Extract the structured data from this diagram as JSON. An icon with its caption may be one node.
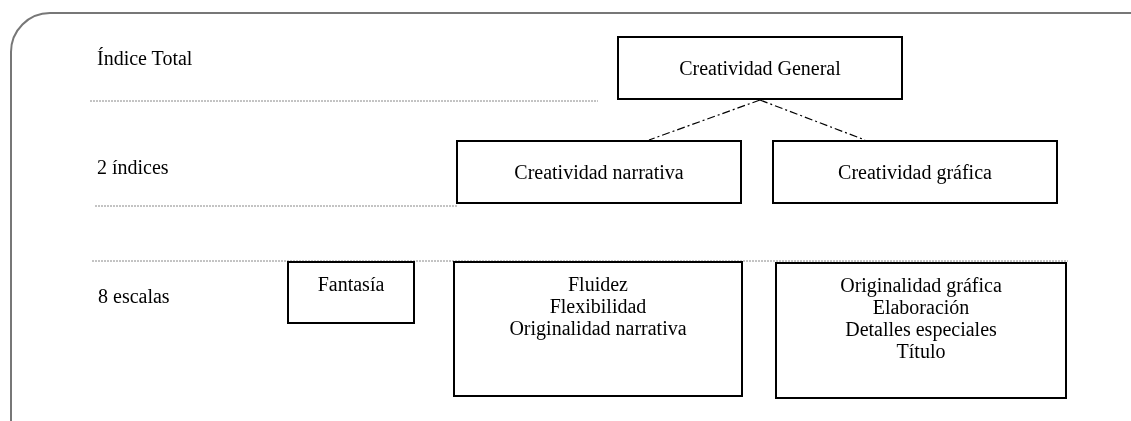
{
  "diagram": {
    "nodes": [
      {
        "text": [
          "Creatividad General"
        ]
      },
      {
        "text": [
          "Creatividad narrativa"
        ]
      },
      {
        "text": [
          "Creatividad gráfica"
        ]
      },
      {
        "text": [
          "Fantasía"
        ]
      },
      {
        "text": [
          "Fluidez",
          "Flexibilidad",
          "Originalidad narrativa"
        ]
      },
      {
        "text": [
          "Originalidad gráfica",
          "Elaboración",
          "Detalles especiales",
          "Título"
        ]
      }
    ],
    "edges": [
      {
        "from": 0,
        "to": 1,
        "arrow": "none",
        "style": "dashed"
      },
      {
        "from": 0,
        "to": 2,
        "arrow": "none",
        "style": "dashed"
      }
    ],
    "labels": [
      "Índice Total",
      "2 índices",
      "8 escalas"
    ]
  }
}
